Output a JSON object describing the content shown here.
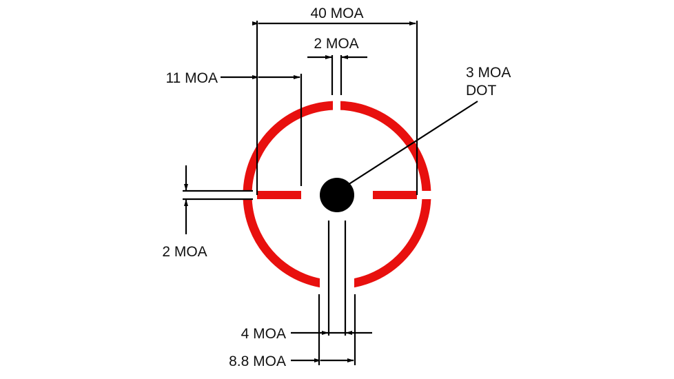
{
  "labels": {
    "outer_width": "40 MOA",
    "top_gap": "2 MOA",
    "bar_length": "11 MOA",
    "dot_line1": "3 MOA",
    "dot_line2": "DOT",
    "side_gap": "2 MOA",
    "bottom_lines": "4 MOA",
    "bottom_gap": "8.8 MOA"
  },
  "colors": {
    "reticle": "#e8100e",
    "dot": "#000000",
    "lines": "#000000"
  }
}
